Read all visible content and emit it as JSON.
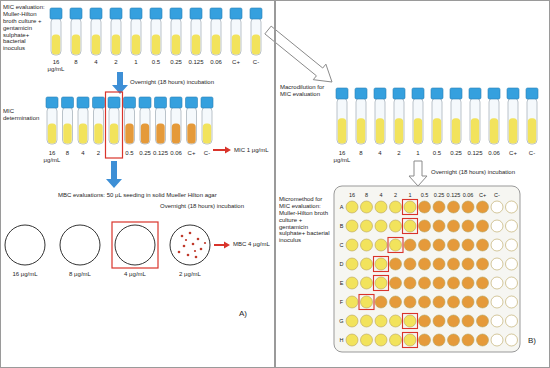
{
  "diagram": {
    "nodes": [
      {
        "text": [
          "A)"
        ]
      },
      {
        "text": [
          "B)"
        ]
      }
    ],
    "labels": [
      "MIC evaluation: Muller-Hilton broth culture + gentamicin sulphate+ bacterial inoculus",
      "16",
      "8",
      "4",
      "2",
      "1",
      "0.5",
      "0.25",
      "0.125",
      "0.06",
      "C+",
      "C-",
      "μg/mL",
      "Overnight (18 hours) incubation",
      "MIC determination",
      "16",
      "8",
      "4",
      "2",
      "0.5",
      "0.25",
      "0.125",
      "0.06",
      "C+",
      "C-",
      "μg/mL",
      "MIC 1 μg/mL",
      "MBC evaluations: 50 μL seeding in solid Mueller Hilton agar",
      "Overnight (18 hours) incubation",
      "16 μg/mL",
      "8 μg/mL",
      "4 μg/mL",
      "2 μg/mL",
      "MBC 4 μg/mL",
      "Macrodilution for MIC evaluation",
      "16",
      "8",
      "4",
      "2",
      "1",
      "0.5",
      "0.25",
      "0.125",
      "0.06",
      "C+",
      "C-",
      "μg/mL",
      "Overnight (18 hours) incubation",
      "Micromethod for MIC evaluation: Muller-Hilton broth culture + gentamicin sulphate+ bacterial inoculus",
      "16",
      "8",
      "4",
      "2",
      "1",
      "0.5",
      "0.25",
      "0.125",
      "0.06",
      "C+",
      "C-",
      "A",
      "B",
      "C",
      "D",
      "E",
      "F",
      "G",
      "H"
    ]
  }
}
